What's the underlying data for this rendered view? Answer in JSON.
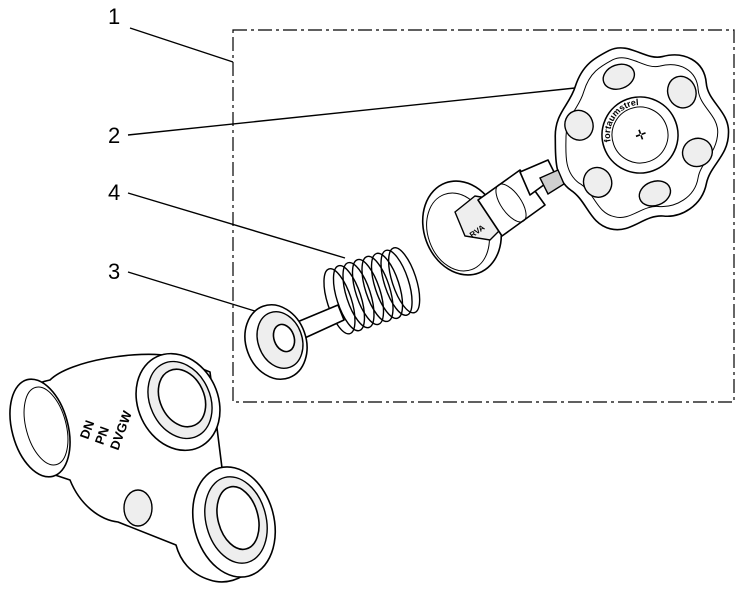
{
  "callouts": [
    {
      "id": "1",
      "label": "1"
    },
    {
      "id": "2",
      "label": "2"
    },
    {
      "id": "3",
      "label": "3"
    },
    {
      "id": "4",
      "label": "4"
    }
  ],
  "valve_body_marking": {
    "line1": "DN",
    "line2": "PN",
    "line3": "DVGW"
  },
  "stem_marking": "RVA",
  "handwheel_marking": "fortaumstrel"
}
